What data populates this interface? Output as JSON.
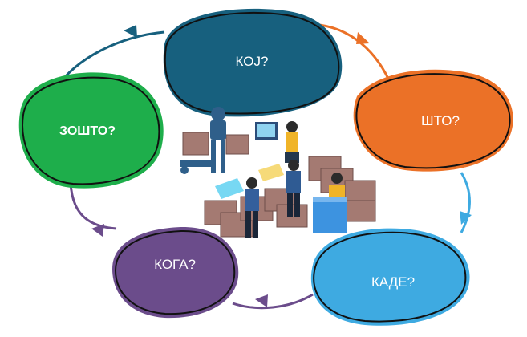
{
  "cycle": {
    "nodes": [
      {
        "id": "koj",
        "label": "КОЈ?",
        "color": "#17607e"
      },
      {
        "id": "shto",
        "label": "ШТО?",
        "color": "#eb7127"
      },
      {
        "id": "kade",
        "label": "КАДЕ?",
        "color": "#3eaae1"
      },
      {
        "id": "koga",
        "label": "КОГА?",
        "color": "#6b4c8b"
      },
      {
        "id": "zoshto",
        "label": "ЗОШТО?",
        "color": "#1eae4b"
      }
    ]
  },
  "illustration": {
    "icon": "warehouse-team-robot-illustration"
  }
}
